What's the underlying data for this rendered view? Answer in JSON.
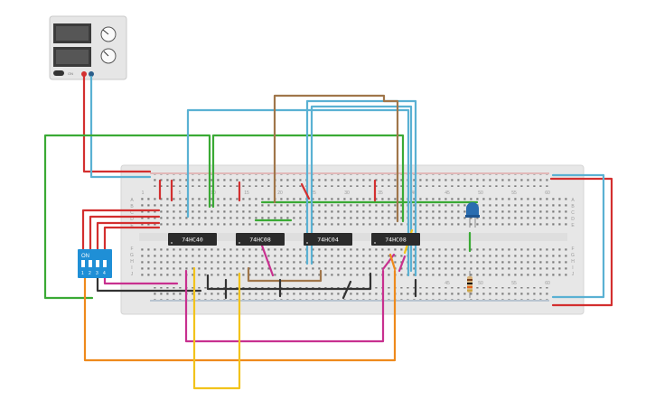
{
  "power_supply": {
    "switch_label": "ON"
  },
  "breadboard": {
    "column_numbers_top": [
      "1",
      "5",
      "10",
      "15",
      "20",
      "25",
      "30",
      "35",
      "40",
      "45",
      "50",
      "55",
      "60"
    ],
    "column_numbers_bottom": [
      "45",
      "50",
      "55",
      "60"
    ],
    "row_letters_top": [
      "A",
      "B",
      "C",
      "D",
      "E"
    ],
    "row_letters_bottom": [
      "F",
      "G",
      "H",
      "I",
      "J"
    ]
  },
  "chips": [
    {
      "label": "74HC40"
    },
    {
      "label": "74HC08"
    },
    {
      "label": "74HC04"
    },
    {
      "label": "74HC08"
    }
  ],
  "dip_switch": {
    "on_label": "ON",
    "switch_numbers": [
      "1",
      "2",
      "3",
      "4"
    ]
  },
  "colors": {
    "red": "#d32f2f",
    "blue": "#5ab1d3",
    "green": "#3aaa35",
    "brown": "#a0764a",
    "magenta": "#c8308f",
    "orange": "#ee8a1c",
    "yellow": "#f2c31b",
    "black": "#333333",
    "dip_switch": "#1f8fd6",
    "led": "#2a6db0"
  }
}
